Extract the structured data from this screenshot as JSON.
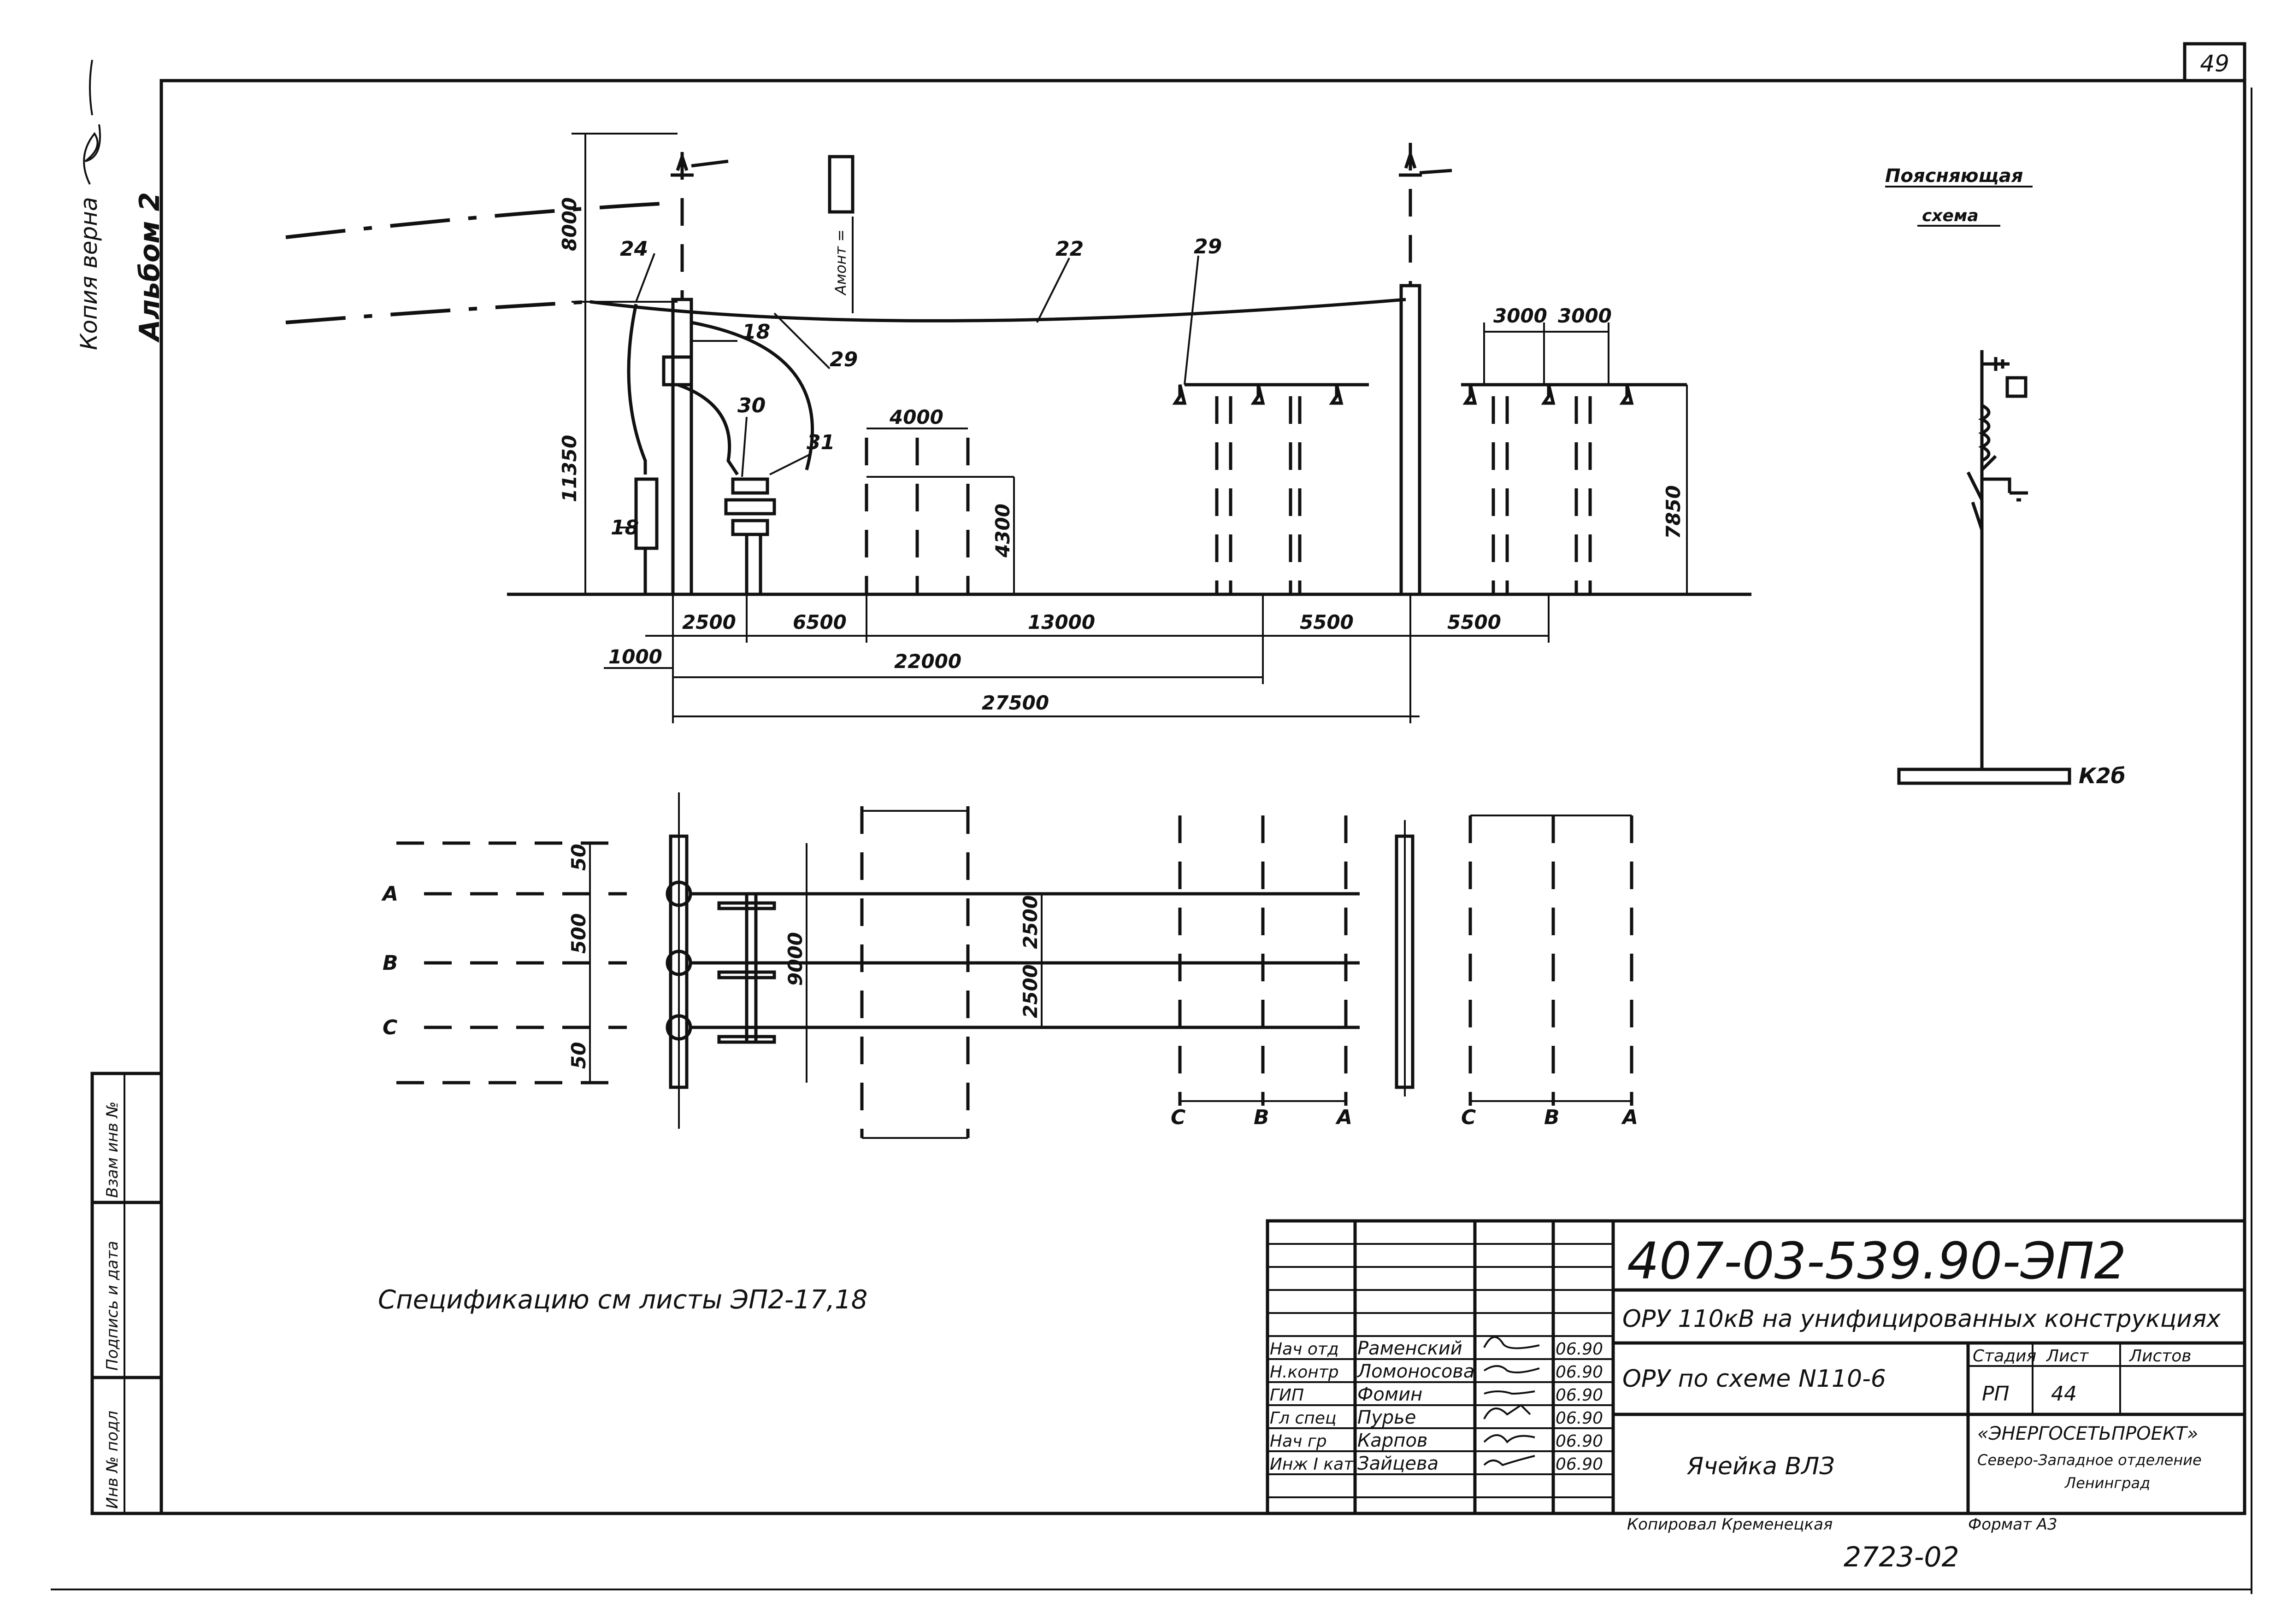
{
  "page_number": "49",
  "side": {
    "copy_note": "Копия верна",
    "album": "Альбом 2",
    "stamp_fields": [
      "Инв № подл",
      "Подпись и дата",
      "Взам инв №"
    ]
  },
  "explanatory": {
    "title_line1": "Поясняющая",
    "title_line2": "схема",
    "bus_label": "К2б"
  },
  "elevation": {
    "callouts": [
      "24",
      "18",
      "29",
      "30",
      "31",
      "18",
      "22",
      "29"
    ],
    "vert_dims": [
      "8000",
      "11350",
      "4300",
      "7850"
    ],
    "mount_label": "Aмонт =",
    "top_dims": [
      "4000",
      "3000",
      "3000"
    ],
    "bottom_dims": [
      "1000",
      "2500",
      "6500",
      "13000",
      "5500",
      "5500",
      "22000",
      "27500"
    ]
  },
  "plan": {
    "phases_left": [
      "A",
      "B",
      "C"
    ],
    "vert_dims": [
      "50",
      "500",
      "50",
      "9000",
      "2500",
      "2500"
    ],
    "phases_bottom_1": [
      "C",
      "B",
      "A"
    ],
    "phases_bottom_2": [
      "C",
      "B",
      "A"
    ]
  },
  "spec_note": "Спецификацию   см листы ЭП2-17,18",
  "title_block": {
    "code": "407-03-539.90-ЭП2",
    "project": "ОРУ 110кВ на унифицированных конструкциях",
    "sheet_title": "ОРУ по схеме N110-6",
    "drawing_title": "Ячейка ВЛЗ",
    "col_headers": [
      "Стадия",
      "Лист",
      "Листов"
    ],
    "stage": "РП",
    "sheet": "44",
    "sheets": "",
    "org_line1": "«ЭНЕРГОСЕТЬПРОЕКТ»",
    "org_line2": "Северо-Западное отделение",
    "org_line3": "Ленинград",
    "people": [
      {
        "role": "Нач отд",
        "name": "Раменский",
        "date": "06.90"
      },
      {
        "role": "Н.контр",
        "name": "Ломоносова",
        "date": "06.90"
      },
      {
        "role": "ГИП",
        "name": "Фомин",
        "date": "06.90"
      },
      {
        "role": "Гл спец",
        "name": "Пурье",
        "date": "06.90"
      },
      {
        "role": "Нач гр",
        "name": "Карпов",
        "date": "06.90"
      },
      {
        "role": "Инж I кат",
        "name": "Зайцева",
        "date": "06.90"
      }
    ]
  },
  "footer": {
    "copied_by": "Копировал Кременецкая",
    "format": "Формат А3",
    "archive_no": "2723-02"
  }
}
